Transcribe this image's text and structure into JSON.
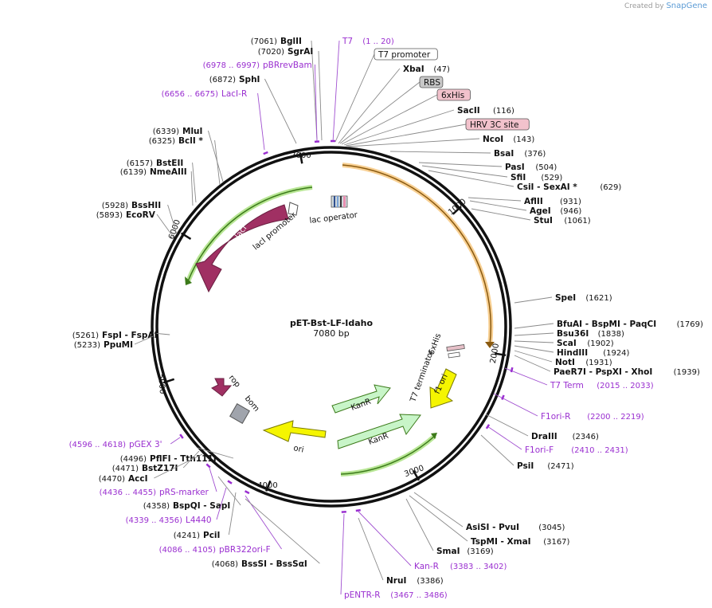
{
  "app": {
    "brand_prefix": "Created by",
    "brand_name": "SnapGene"
  },
  "plasmid": {
    "name": "pET-Bst-LF-Idaho",
    "size_label": "7080 bp"
  },
  "ticks": [
    "1000",
    "2000",
    "3000",
    "4000",
    "5000",
    "6000",
    "7000"
  ],
  "labels": [
    {
      "kind": "enzyme",
      "pos": "(7061)",
      "name": "BglII"
    },
    {
      "kind": "enzyme",
      "pos": "(7020)",
      "name": "SgrAI"
    },
    {
      "kind": "primer",
      "pos": "(6978 .. 6997)",
      "name": "pBRrevBam"
    },
    {
      "kind": "enzyme",
      "pos": "(6872)",
      "name": "SphI"
    },
    {
      "kind": "primer",
      "pos": "(6656 .. 6675)",
      "name": "LacI-R"
    },
    {
      "kind": "enzyme",
      "pos": "(6339)",
      "name": "MluI"
    },
    {
      "kind": "enzyme",
      "pos": "(6325)",
      "name": "BclI *"
    },
    {
      "kind": "enzyme",
      "pos": "(6157)",
      "name": "BstEII"
    },
    {
      "kind": "enzyme",
      "pos": "(6139)",
      "name": "NmeAIII"
    },
    {
      "kind": "enzyme",
      "pos": "(5928)",
      "name": "BssHII"
    },
    {
      "kind": "enzyme",
      "pos": "(5893)",
      "name": "EcoRV"
    },
    {
      "kind": "enzyme",
      "pos": "(5261)",
      "name": "FspI - FspAI"
    },
    {
      "kind": "enzyme",
      "pos": "(5233)",
      "name": "PpuMI"
    },
    {
      "kind": "primer",
      "pos": "(4596 .. 4618)",
      "name": "pGEX 3'"
    },
    {
      "kind": "enzyme",
      "pos": "(4496)",
      "name": "PflFI - Tth111I"
    },
    {
      "kind": "enzyme",
      "pos": "(4471)",
      "name": "BstZ17I"
    },
    {
      "kind": "enzyme",
      "pos": "(4470)",
      "name": "AccI"
    },
    {
      "kind": "primer",
      "pos": "(4436 .. 4455)",
      "name": "pRS-marker"
    },
    {
      "kind": "enzyme",
      "pos": "(4358)",
      "name": "BspQI - SapI"
    },
    {
      "kind": "primer",
      "pos": "(4339 .. 4356)",
      "name": "L4440"
    },
    {
      "kind": "enzyme",
      "pos": "(4241)",
      "name": "PciI"
    },
    {
      "kind": "primer",
      "pos": "(4086 .. 4105)",
      "name": "pBR322ori-F"
    },
    {
      "kind": "enzyme",
      "pos": "(4068)",
      "name": "BssSI - BssSαI"
    },
    {
      "kind": "primer",
      "pos": "(1 .. 20)",
      "name": "T7"
    },
    {
      "kind": "feature",
      "pos": "",
      "name": "T7 promoter"
    },
    {
      "kind": "enzyme",
      "pos": "(47)",
      "name": "XbaI"
    },
    {
      "kind": "feature",
      "pos": "",
      "name": "RBS"
    },
    {
      "kind": "feature",
      "pos": "",
      "name": "6xHis"
    },
    {
      "kind": "enzyme",
      "pos": "(116)",
      "name": "SacII"
    },
    {
      "kind": "feature",
      "pos": "",
      "name": "HRV 3C site"
    },
    {
      "kind": "enzyme",
      "pos": "(143)",
      "name": "NcoI"
    },
    {
      "kind": "enzyme",
      "pos": "(376)",
      "name": "BsaI"
    },
    {
      "kind": "enzyme",
      "pos": "(504)",
      "name": "PasI"
    },
    {
      "kind": "enzyme",
      "pos": "(529)",
      "name": "SfiI"
    },
    {
      "kind": "enzyme",
      "pos": "(629)",
      "name": "CsiI - SexAI *"
    },
    {
      "kind": "enzyme",
      "pos": "(931)",
      "name": "AflII"
    },
    {
      "kind": "enzyme",
      "pos": "(946)",
      "name": "AgeI"
    },
    {
      "kind": "enzyme",
      "pos": "(1061)",
      "name": "StuI"
    },
    {
      "kind": "enzyme",
      "pos": "(1621)",
      "name": "SpeI"
    },
    {
      "kind": "enzyme",
      "pos": "(1769)",
      "name": "BfuAI - BspMI - PaqCI"
    },
    {
      "kind": "enzyme",
      "pos": "(1838)",
      "name": "Bsu36I"
    },
    {
      "kind": "enzyme",
      "pos": "(1902)",
      "name": "ScaI"
    },
    {
      "kind": "enzyme",
      "pos": "(1924)",
      "name": "HindIII"
    },
    {
      "kind": "enzyme",
      "pos": "(1931)",
      "name": "NotI"
    },
    {
      "kind": "enzyme",
      "pos": "(1939)",
      "name": "PaeR7I - PspXI - XhoI"
    },
    {
      "kind": "primer",
      "pos": "(2015 .. 2033)",
      "name": "T7 Term"
    },
    {
      "kind": "primer",
      "pos": "(2200 .. 2219)",
      "name": "F1ori-R"
    },
    {
      "kind": "enzyme",
      "pos": "(2346)",
      "name": "DraIII"
    },
    {
      "kind": "primer",
      "pos": "(2410 .. 2431)",
      "name": "F1ori-F"
    },
    {
      "kind": "enzyme",
      "pos": "(2471)",
      "name": "PsiI"
    },
    {
      "kind": "enzyme",
      "pos": "(3045)",
      "name": "AsiSI - PvuI"
    },
    {
      "kind": "enzyme",
      "pos": "(3167)",
      "name": "TspMI - XmaI"
    },
    {
      "kind": "enzyme",
      "pos": "(3169)",
      "name": "SmaI"
    },
    {
      "kind": "primer",
      "pos": "(3383 .. 3402)",
      "name": "Kan-R"
    },
    {
      "kind": "enzyme",
      "pos": "(3386)",
      "name": "NruI"
    },
    {
      "kind": "primer",
      "pos": "(3467 .. 3486)",
      "name": "pENTR-R"
    }
  ],
  "features": {
    "lacI": "lacI",
    "lacI_promoter": "lacI promoter",
    "lac_operator": "lac operator",
    "rop": "rop",
    "bom": "bom",
    "ori": "ori",
    "KanR_1": "KanR",
    "KanR_2": "KanR",
    "f1_ori": "f1 ori",
    "T7_terminator": "T7 terminator",
    "sixHis_inner": "6xHis"
  },
  "colors": {
    "enzyme": "#111111",
    "primer": "#9a2fd0",
    "lacI": "#a03063",
    "kanR": "#c8f5c8",
    "ori": "#f5f500",
    "orf_orange": "#f3a93a",
    "orf_green": "#5aa02c",
    "bom": "#a0a4ac",
    "feature_box_gray": "#c8c8c8",
    "feature_box_pink": "#f2c2cc"
  }
}
